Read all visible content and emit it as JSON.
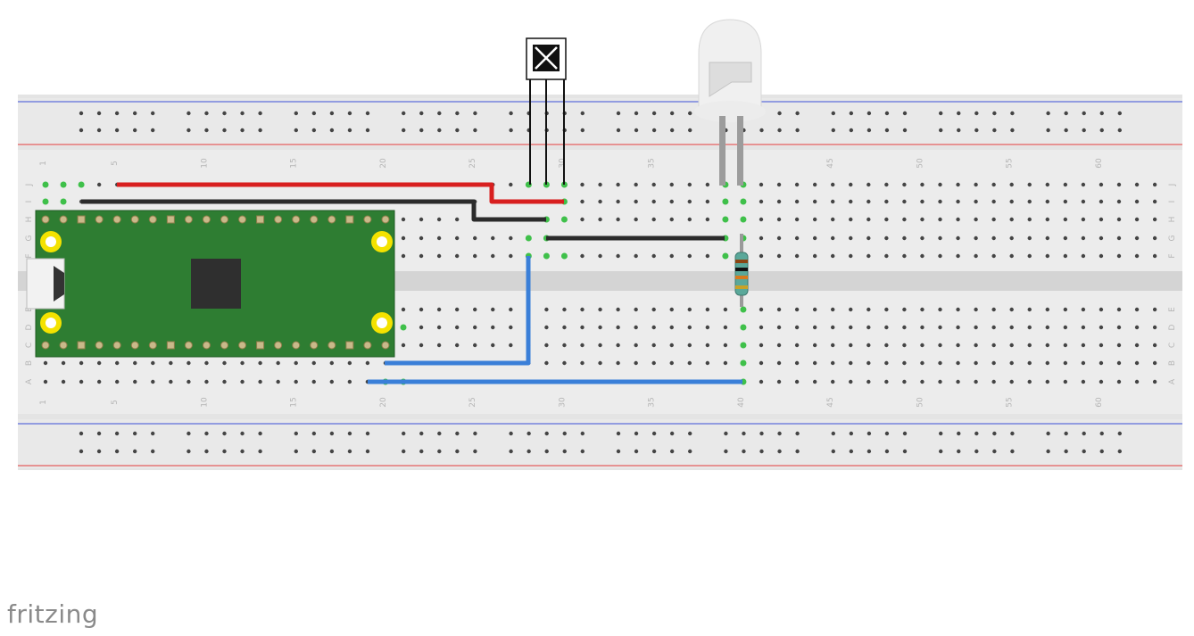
{
  "app": {
    "logo_text": "fritzing"
  },
  "breadboard": {
    "column_number_labels": [
      "1",
      "5",
      "10",
      "15",
      "20",
      "25",
      "30",
      "35",
      "40",
      "45",
      "50",
      "55",
      "60"
    ],
    "row_letters_top": [
      "J",
      "I",
      "H",
      "G",
      "F"
    ],
    "row_letters_bottom": [
      "E",
      "D",
      "C",
      "B",
      "A"
    ],
    "colors": {
      "board": "#e7e7e7",
      "rail_blue": "#3b4fd6",
      "rail_red": "#e23b3b",
      "hole": "#444444",
      "connected_hole": "#3fc04a"
    }
  },
  "components": {
    "microcontroller": {
      "name": "teensy-board",
      "color": "#2e7d32"
    },
    "ir_receiver": {
      "name": "ir-receiver"
    },
    "led": {
      "name": "clear-led"
    },
    "resistor": {
      "name": "resistor"
    }
  },
  "wires": [
    {
      "name": "red-wire",
      "color": "#d81f1f"
    },
    {
      "name": "black-wire-1",
      "color": "#2b2b2b"
    },
    {
      "name": "black-wire-2",
      "color": "#2b2b2b"
    },
    {
      "name": "black-wire-3",
      "color": "#2b2b2b"
    },
    {
      "name": "blue-wire-1",
      "color": "#3a7fd8"
    },
    {
      "name": "blue-wire-2",
      "color": "#3a7fd8"
    }
  ]
}
